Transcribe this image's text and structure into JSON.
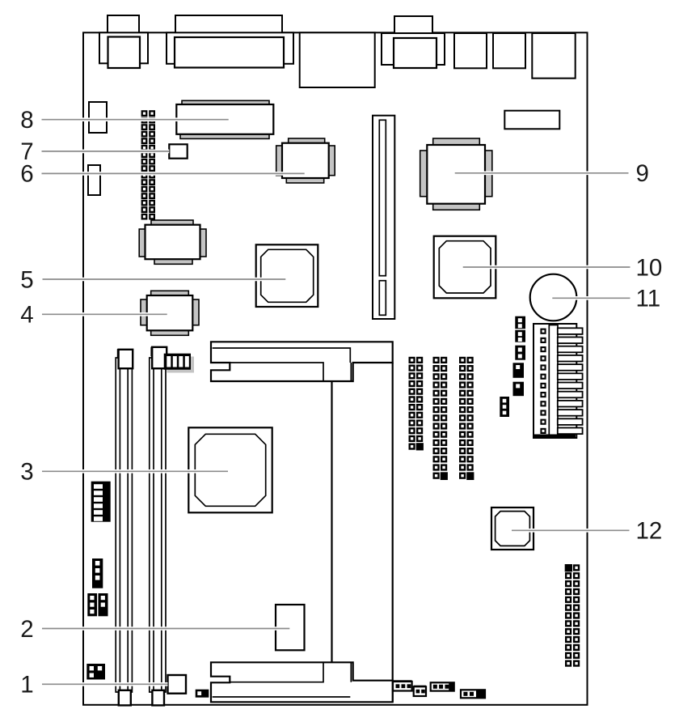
{
  "diagram": {
    "type": "motherboard-component-callout-diagram",
    "description": "Line-art top view of a mainboard with numbered component callouts",
    "colors": {
      "background": "#ffffff",
      "outline": "#000000",
      "pad_fill": "#c4c4c4",
      "leader_line": "#8c8c8c",
      "label_text": "#1a1a1a"
    },
    "callouts": [
      {
        "label": "1",
        "side": "left"
      },
      {
        "label": "2",
        "side": "left"
      },
      {
        "label": "3",
        "side": "left"
      },
      {
        "label": "4",
        "side": "left"
      },
      {
        "label": "5",
        "side": "left"
      },
      {
        "label": "6",
        "side": "left"
      },
      {
        "label": "7",
        "side": "left"
      },
      {
        "label": "8",
        "side": "left"
      },
      {
        "label": "9",
        "side": "right"
      },
      {
        "label": "10",
        "side": "right"
      },
      {
        "label": "11",
        "side": "right"
      },
      {
        "label": "12",
        "side": "right"
      }
    ]
  }
}
